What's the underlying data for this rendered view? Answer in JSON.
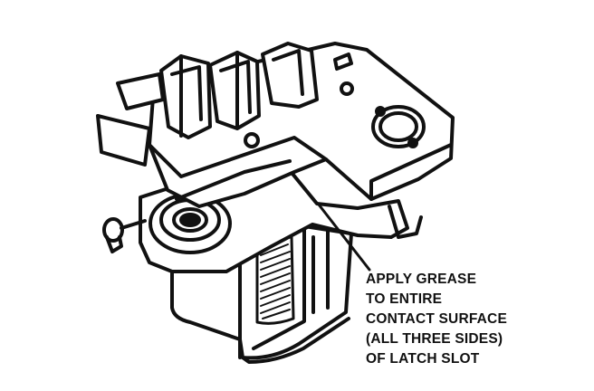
{
  "annotation": {
    "lines": [
      "APPLY GREASE",
      "TO ENTIRE",
      "CONTACT SURFACE",
      "(ALL THREE SIDES)",
      "OF LATCH SLOT"
    ]
  },
  "colors": {
    "ink": "#111111",
    "paper": "#ffffff"
  }
}
